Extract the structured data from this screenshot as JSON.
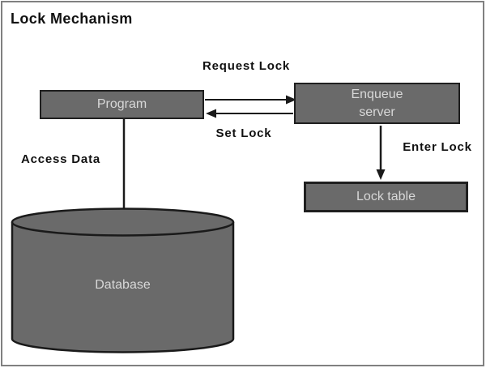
{
  "title": "Lock Mechanism",
  "nodes": {
    "program": {
      "label": "Program"
    },
    "enqueue_server": {
      "lines": [
        "Enqueue",
        "server"
      ]
    },
    "lock_table": {
      "label": "Lock table"
    },
    "database": {
      "label": "Database"
    }
  },
  "edges": {
    "request_lock": {
      "label": "Request Lock"
    },
    "set_lock": {
      "label": "Set Lock"
    },
    "enter_lock": {
      "label": "Enter Lock"
    },
    "access_data": {
      "label": "Access Data"
    }
  },
  "colors": {
    "background": "#ffffff",
    "frame_border": "#808080",
    "node_fill": "#6a6a6a",
    "node_border": "#1f1f1f",
    "node_text": "#d8d8d8",
    "line_color": "#1a1a1a",
    "label_text": "#111111"
  }
}
